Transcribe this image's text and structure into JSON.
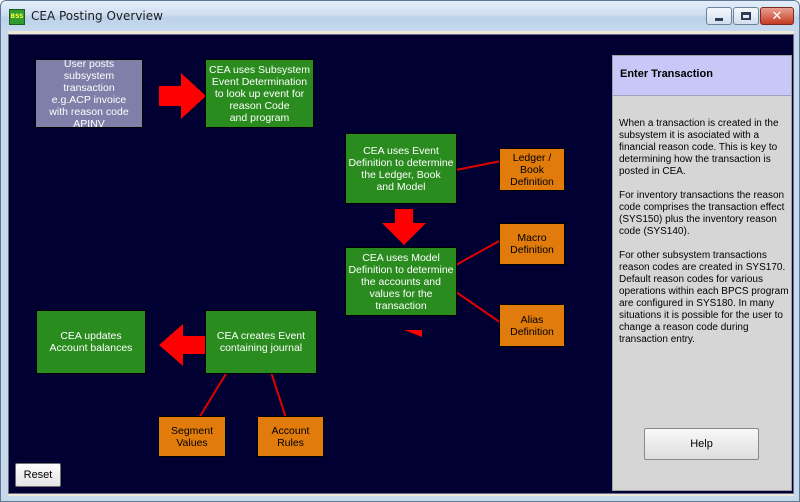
{
  "window": {
    "title": "CEA Posting Overview",
    "icon_text": "BSS"
  },
  "diagram": {
    "user_posts": "User posts\nsubsystem transaction\ne.g.ACP invoice\nwith reason code\nAPINV",
    "event_determination": "CEA uses Subsystem\nEvent Determination\nto look up event for\nreason Code\nand program",
    "event_definition": "CEA uses Event\nDefinition to determine\nthe Ledger, Book\nand Model",
    "ledger_book_definition": "Ledger /\nBook\nDefinition",
    "model_definition": "CEA uses Model\nDefinition to determine\nthe accounts and\nvalues for the\ntransaction",
    "macro_definition": "Macro\nDefinition",
    "alias_definition": "Alias\nDefinition",
    "create_event": "CEA creates Event\ncontaining journal",
    "update_balances": "CEA updates\nAccount balances",
    "segment_values": "Segment\nValues",
    "account_rules": "Account\nRules"
  },
  "panel": {
    "title": "Enter Transaction",
    "body": "When a transaction is created in the subsystem it is asociated with a financial reason code.  This is key to determining how the transaction is posted in CEA.\n\nFor inventory transactions the reason code comprises the transaction effect (SYS150) plus the inventory reason code (SYS140).\n\nFor other subsystem transactions reason codes are created in SYS170.  Default reason codes for various operations within each BPCS program are configured in SYS180.  In many situations it is possible for the user to change a reason code during transaction entry.",
    "help_label": "Help"
  },
  "buttons": {
    "reset_label": "Reset"
  },
  "colors": {
    "canvas": "#000033",
    "arrow": "#ff0000",
    "connector": "#e00000",
    "green_box": "#2a8c1f",
    "orange_box": "#e07b0c",
    "grey_box": "#7f7fa9",
    "panel_header": "#c8c8f8"
  }
}
